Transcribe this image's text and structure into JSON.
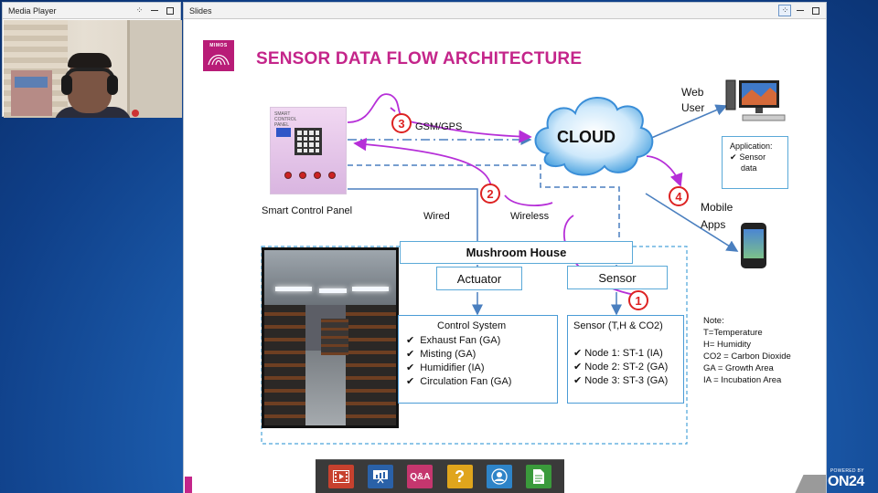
{
  "media_player": {
    "title": "Media Player"
  },
  "slides_panel": {
    "title": "Slides"
  },
  "slide": {
    "logo_text": "MIMOS",
    "title": "SENSOR DATA FLOW ARCHITECTURE",
    "cloud_label": "CLOUD",
    "gsm_label": "GSM/GPS",
    "panel_caption": "Smart Control Panel",
    "panel_heading": "SMART CONTROL PANEL",
    "wired_label": "Wired",
    "wireless_label": "Wireless",
    "web_user_line1": "Web",
    "web_user_line2": "User",
    "mobile_line1": "Mobile",
    "mobile_line2": "Apps",
    "application": {
      "heading": "Application:",
      "items": [
        "Sensor",
        "data"
      ]
    },
    "mushroom_house": "Mushroom House",
    "actuator": "Actuator",
    "sensor": "Sensor",
    "control_system": {
      "heading": "Control System",
      "items": [
        "Exhaust Fan (GA)",
        "Misting  (GA)",
        "Humidifier (IA)",
        "Circulation Fan (GA)"
      ]
    },
    "sensor_box": {
      "heading": "Sensor (T,H & CO2)",
      "items": [
        "Node 1: ST-1 (IA)",
        "Node 2: ST-2 (GA)",
        "Node 3: ST-3 (GA)"
      ]
    },
    "note": {
      "heading": "Note:",
      "lines": [
        "T=Temperature",
        "H= Humidity",
        "CO2 = Carbon Dioxide",
        "GA = Growth Area",
        "IA = Incubation  Area"
      ]
    },
    "markers": [
      "1",
      "2",
      "3",
      "4"
    ]
  },
  "toolbar": {
    "qa_label": "Q&A",
    "help_label": "?"
  },
  "branding": {
    "powered_by": "POWERED BY",
    "logo": "ON24"
  },
  "colors": {
    "accent_magenta": "#c4258a",
    "flow_arrow": "#b62fd8",
    "link_blue": "#4a7fbf",
    "marker_red": "#d22222"
  },
  "icons": {
    "check": "✔"
  }
}
